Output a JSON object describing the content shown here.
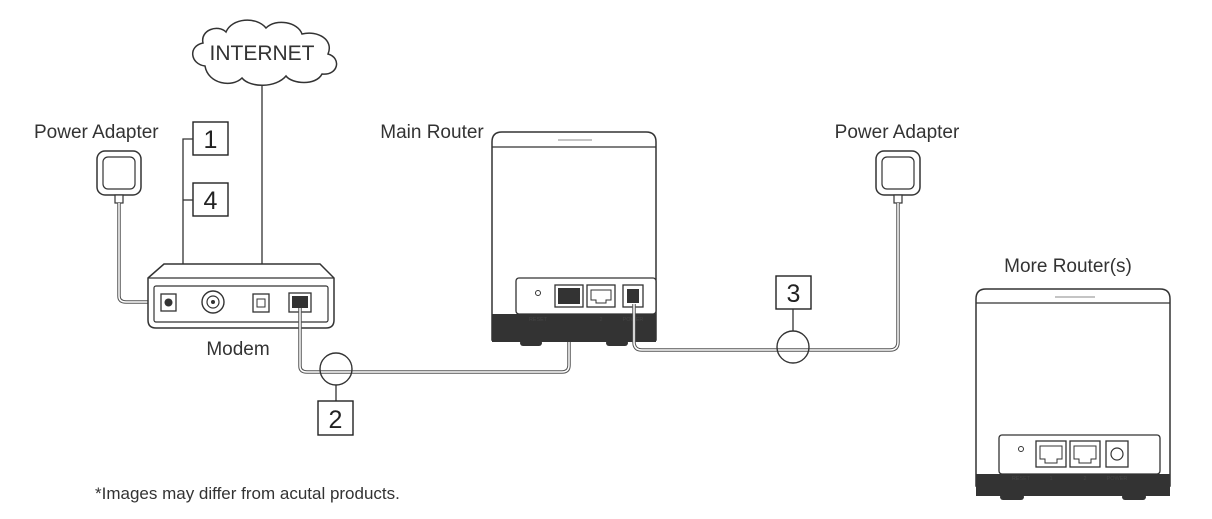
{
  "labels": {
    "internet": "INTERNET",
    "power_adapter_left": "Power Adapter",
    "power_adapter_right": "Power Adapter",
    "modem": "Modem",
    "main_router": "Main Router",
    "more_routers": "More Router(s)",
    "disclaimer": "*Images may differ from acutal products."
  },
  "steps": [
    "1",
    "4",
    "2",
    "3"
  ],
  "main_router_ports": {
    "reset": "RESET",
    "port2": "2",
    "power": "POWER"
  },
  "more_router_ports": {
    "reset": "RESET",
    "port1": "1",
    "port2": "2",
    "power": "POWER"
  },
  "icons": [
    "cloud-icon",
    "power-adapter-icon",
    "modem-icon",
    "router-icon",
    "ethernet-port-icon",
    "power-port-icon"
  ]
}
